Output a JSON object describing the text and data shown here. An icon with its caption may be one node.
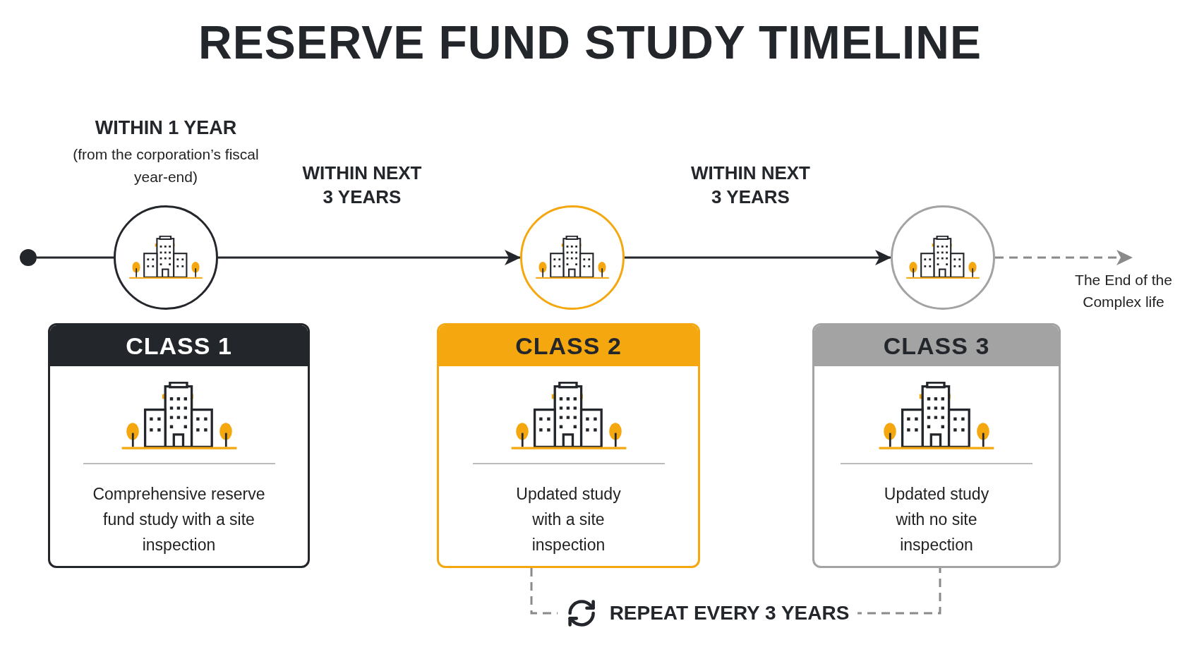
{
  "diagram": {
    "title": "RESERVE FUND STUDY TIMELINE",
    "nodes": [
      {
        "text": [],
        "shape": "circle"
      },
      {
        "text": [],
        "shape": "circle",
        "beside": [
          "WITHIN 1 YEAR",
          "(from the corporation’s fiscal year-end)"
        ]
      },
      {
        "text": [],
        "shape": "circle"
      },
      {
        "text": [],
        "shape": "circle"
      },
      {
        "text": [
          "CLASS 1",
          "Comprehensive reserve fund study with a site inspection"
        ]
      },
      {
        "text": [
          "CLASS 2",
          "Updated study with a site inspection"
        ]
      },
      {
        "text": [
          "CLASS 3",
          "Updated study with no site inspection"
        ]
      },
      {
        "text": [
          "The End of the Complex life"
        ]
      }
    ],
    "edges": [
      {
        "from": 0,
        "to": 1,
        "arrow": "none"
      },
      {
        "from": 1,
        "to": 2,
        "arrow": "to",
        "label": "WITHIN NEXT 3 YEARS"
      },
      {
        "from": 2,
        "to": 3,
        "arrow": "to",
        "label": "WITHIN NEXT 3 YEARS"
      },
      {
        "from": 3,
        "to": 7,
        "arrow": "to",
        "style": "dashed",
        "color": "#8a8a8a"
      },
      {
        "from": 5,
        "to": 6,
        "arrow": "none",
        "style": "dashed",
        "color": "#8a8a8a",
        "label": "REPEAT EVERY 3 YEARS"
      }
    ],
    "labels": []
  }
}
